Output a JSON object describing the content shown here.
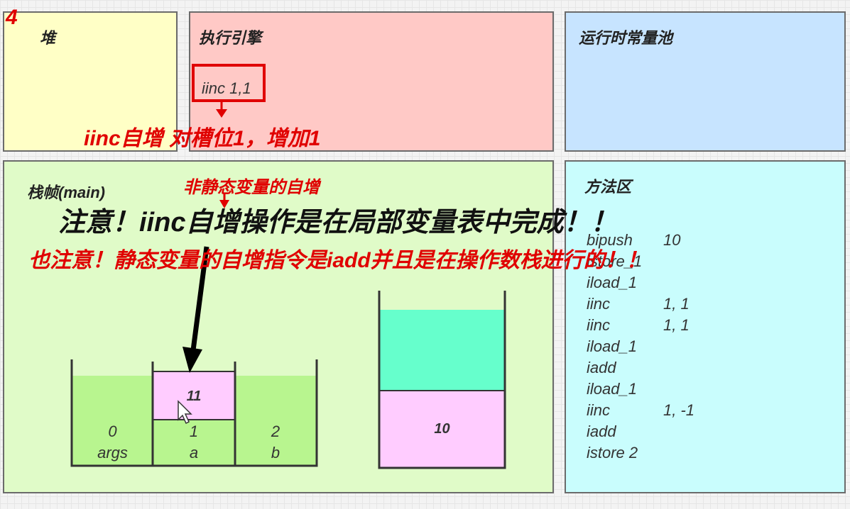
{
  "step_number": "4",
  "panels": {
    "heap": {
      "title": "堆"
    },
    "engine": {
      "title": "执行引擎",
      "instruction": "iinc 1,1"
    },
    "constant_pool": {
      "title": "运行时常量池"
    },
    "stack_frame": {
      "title": "栈帧(main)"
    },
    "method_area": {
      "title": "方法区",
      "code": [
        {
          "op": "bipush",
          "arg": "10"
        },
        {
          "op": "istore_1",
          "arg": ""
        },
        {
          "op": "iload_1",
          "arg": ""
        },
        {
          "op": "iinc",
          "arg": "1, 1"
        },
        {
          "op": "iinc",
          "arg": "1, 1"
        },
        {
          "op": "iload_1",
          "arg": ""
        },
        {
          "op": "iadd",
          "arg": ""
        },
        {
          "op": "iload_1",
          "arg": ""
        },
        {
          "op": "iinc",
          "arg": "1, -1"
        },
        {
          "op": "iadd",
          "arg": ""
        },
        {
          "op": "istore 2",
          "arg": ""
        }
      ]
    }
  },
  "annotations": {
    "iinc_note": "iinc自增 对槽位1，增加1",
    "nonstatic_note": "非静态变量的自增",
    "main_note": "注意！iinc自增操作是在局部变量表中完成！！",
    "static_note": "也注意！静态变量的自增指令是iadd并且是在操作数栈进行的！！"
  },
  "local_variables": [
    {
      "slot": "0",
      "name": "args",
      "value": ""
    },
    {
      "slot": "1",
      "name": "a",
      "value": "11"
    },
    {
      "slot": "2",
      "name": "b",
      "value": ""
    }
  ],
  "operand_stack": [
    {
      "value": "10"
    }
  ],
  "colors": {
    "accent_red": "#e00000",
    "slot_fill": "#b8f58f",
    "value_fill": "#ffccff",
    "stack_empty_fill": "#66ffcc"
  }
}
